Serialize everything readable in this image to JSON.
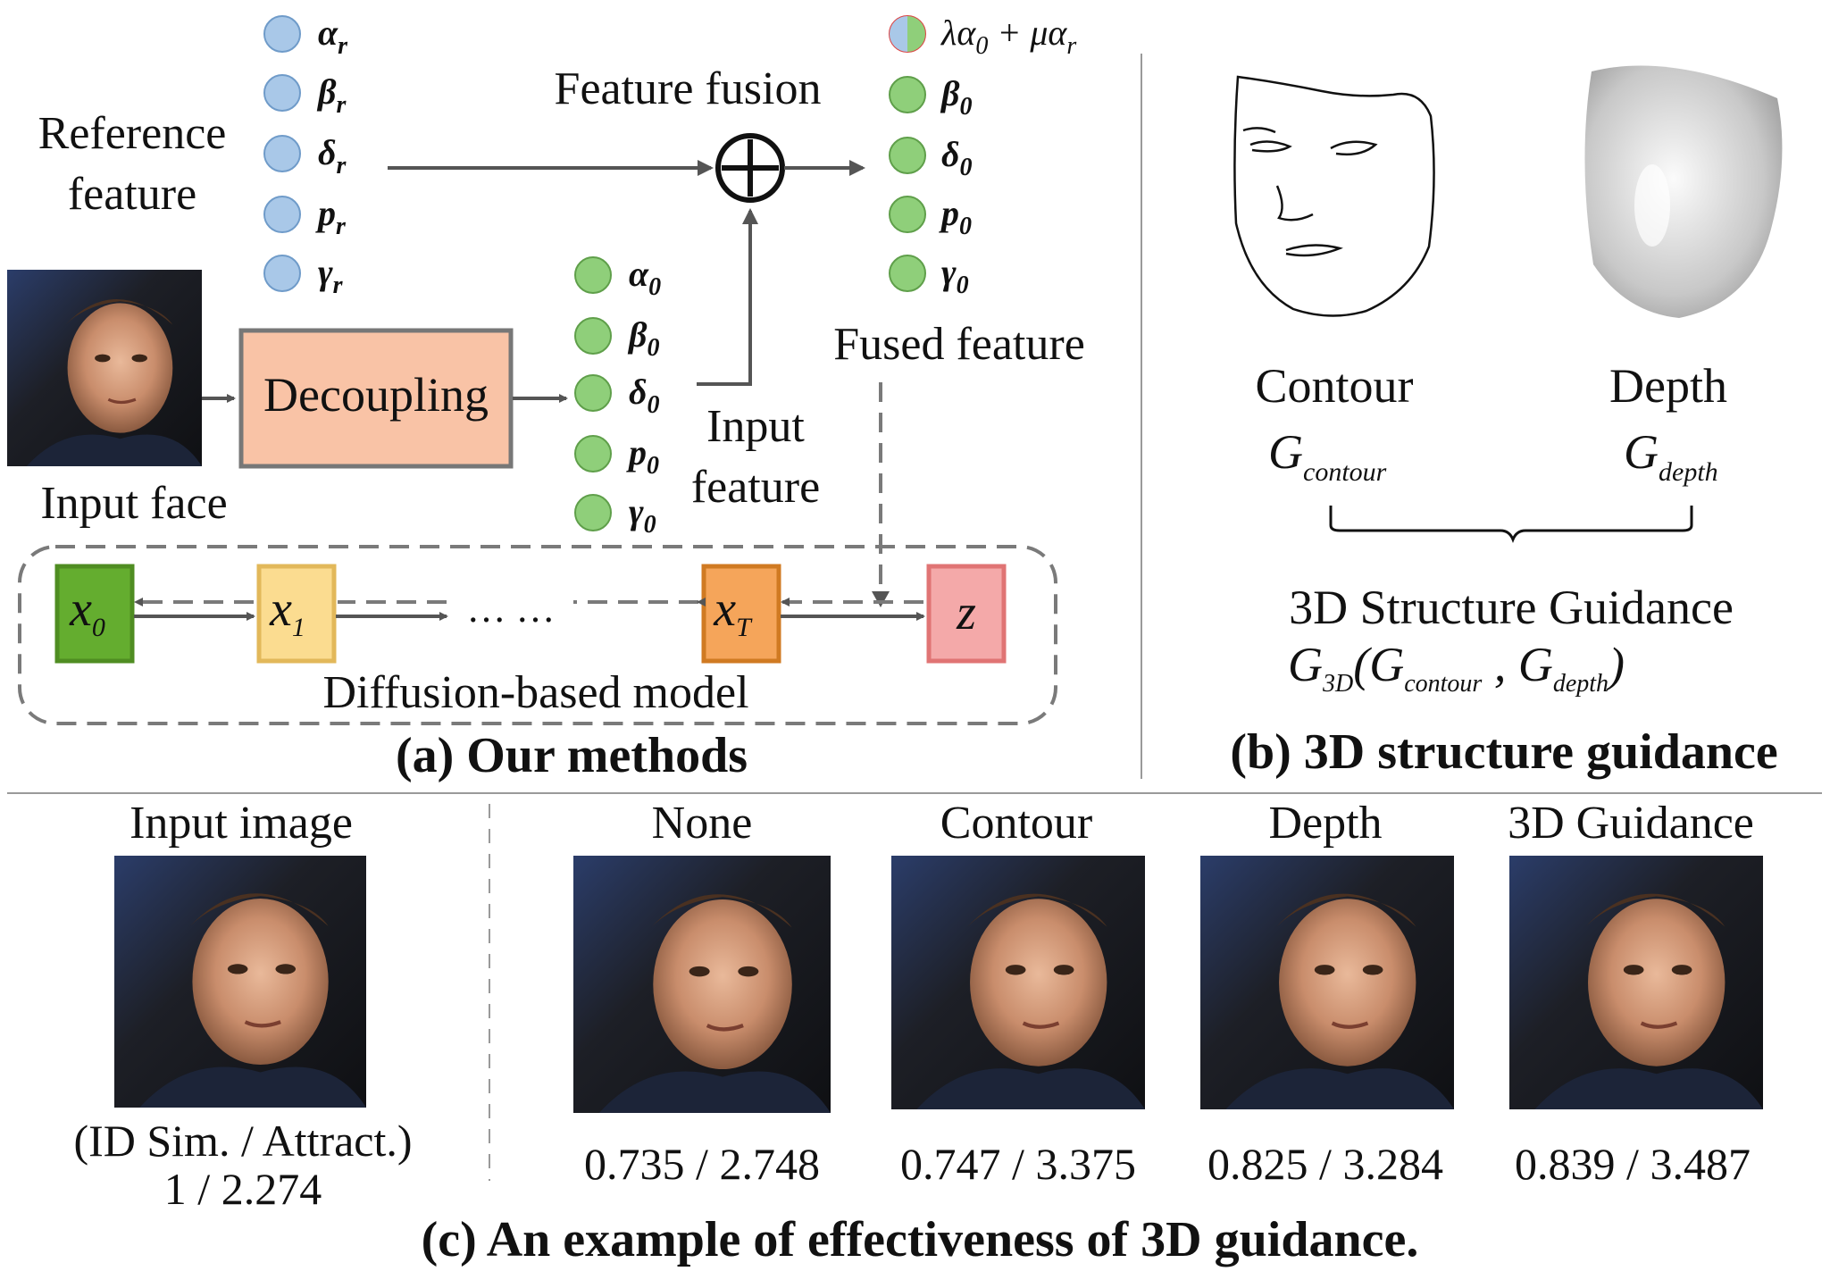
{
  "colors": {
    "reference_dot": "#a9c8e8",
    "input_dot": "#8fcf7a",
    "decoupling_fill": "#f9c3a6",
    "x0_fill": "#64ad2f",
    "x1_fill": "#fbdc90",
    "xT_fill": "#f5a55a",
    "z_fill": "#f4a9a9"
  },
  "panel_a": {
    "caption": "(a) Our methods",
    "reference_label_line1": "Reference",
    "reference_label_line2": "feature",
    "reference_params": [
      "α",
      "β",
      "δ",
      "p",
      "γ"
    ],
    "reference_subscript": "r",
    "feature_fusion_label": "Feature fusion",
    "fusion_symbol": "⊕",
    "fused_params_first": "λα",
    "fused_params_first_sub0": "0",
    "fused_params_first_plus": " + μα",
    "fused_params_first_sub1": "r",
    "fused_params": [
      "β",
      "δ",
      "p",
      "γ"
    ],
    "input_subscript": "0",
    "fused_feature_label": "Fused feature",
    "input_face_label": "Input face",
    "decoupling_label": "Decoupling",
    "input_params": [
      "α",
      "β",
      "δ",
      "p",
      "γ"
    ],
    "input_feature_label_line1": "Input",
    "input_feature_label_line2": "feature",
    "diffusion_label": "Diffusion-based model",
    "nodes": {
      "x0": "x",
      "x0_sub": "0",
      "x1": "x",
      "x1_sub": "1",
      "dots": "… …",
      "xT": "x",
      "xT_sub": "T",
      "z": "z"
    }
  },
  "panel_b": {
    "caption": "(b) 3D structure guidance",
    "contour_label": "Contour",
    "contour_symbol": "G",
    "contour_sub": "contour",
    "depth_label": "Depth",
    "depth_symbol": "G",
    "depth_sub": "depth",
    "guidance_title": "3D Structure Guidance",
    "formula_g": "G",
    "formula_sub": "3D",
    "formula_open": "(",
    "formula_g1": "G",
    "formula_g1_sub": "contour",
    "formula_comma": " , ",
    "formula_g2": "G",
    "formula_g2_sub": "depth",
    "formula_close": ")"
  },
  "panel_c": {
    "caption": "(c) An example of effectiveness of 3D guidance.",
    "input_title": "Input image",
    "input_metric_header": "(ID Sim. / Attract.)",
    "input_metric_value": "1 / 2.274",
    "results": [
      {
        "title": "None",
        "score": "0.735 / 2.748"
      },
      {
        "title": "Contour",
        "score": "0.747 / 3.375"
      },
      {
        "title": "Depth",
        "score": "0.825 / 3.284"
      },
      {
        "title": "3D Guidance",
        "score": "0.839 / 3.487"
      }
    ]
  }
}
